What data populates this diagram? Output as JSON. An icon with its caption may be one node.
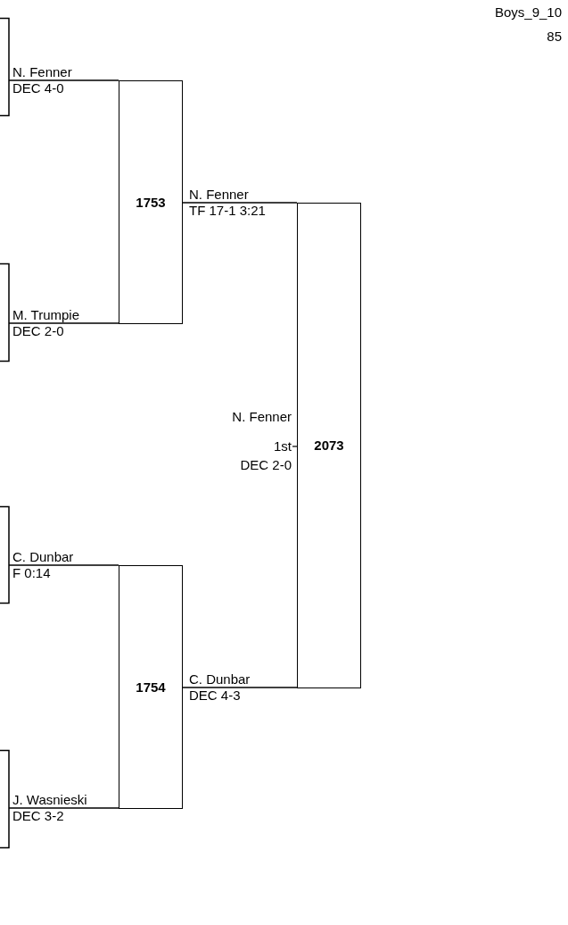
{
  "diagram": {
    "title": "Boys_9_10",
    "nodes": [
      {
        "text": [],
        "shape": "box"
      },
      {
        "text": [],
        "shape": "box"
      },
      {
        "text": [],
        "shape": "box"
      },
      {
        "text": [],
        "shape": "box"
      },
      {
        "text": [
          "1753"
        ]
      },
      {
        "text": [
          "1754"
        ]
      },
      {
        "text": [
          "2073"
        ],
        "beside": [
          "N. Fenner",
          "1st",
          "DEC 2-0"
        ]
      }
    ],
    "edges": [
      {
        "from": 0,
        "to": 4,
        "arrow": "none"
      },
      {
        "from": 1,
        "to": 4,
        "arrow": "none"
      },
      {
        "from": 2,
        "to": 5,
        "arrow": "none"
      },
      {
        "from": 3,
        "to": 5,
        "arrow": "none"
      },
      {
        "from": 4,
        "to": 6,
        "arrow": "none"
      },
      {
        "from": 5,
        "to": 6,
        "arrow": "none"
      }
    ],
    "labels": [
      "85",
      "N. Fenner",
      "DEC 4-0",
      "N. Fenner",
      "TF 17-1 3:21",
      "M. Trumpie",
      "DEC 2-0",
      "C. Dunbar",
      "F 0:14",
      "C. Dunbar",
      "DEC 4-3",
      "J. Wasnieski",
      "DEC 3-2"
    ]
  }
}
